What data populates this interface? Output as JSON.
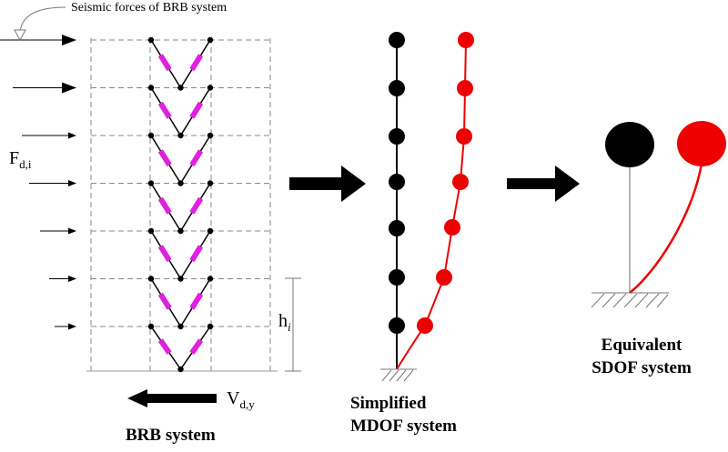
{
  "labels": {
    "seismic_forces": "Seismic forces of BRB system",
    "force_symbol": "F",
    "force_subscript": "d,i",
    "height_symbol": "h",
    "height_subscript": "i",
    "shear_symbol": "V",
    "shear_subscript": "d,y",
    "brb_system": "BRB system",
    "mdof_line1": "Simplified",
    "mdof_line2": "MDOF system",
    "sdof_line1": "Equivalent",
    "sdof_line2": "SDOF system"
  },
  "frame": {
    "stories": 7
  },
  "colors": {
    "brace": "#e020e0",
    "deformed": "#ee0000",
    "undeformed": "#000000",
    "frame_dash": "#888888",
    "hatch": "#777777"
  }
}
